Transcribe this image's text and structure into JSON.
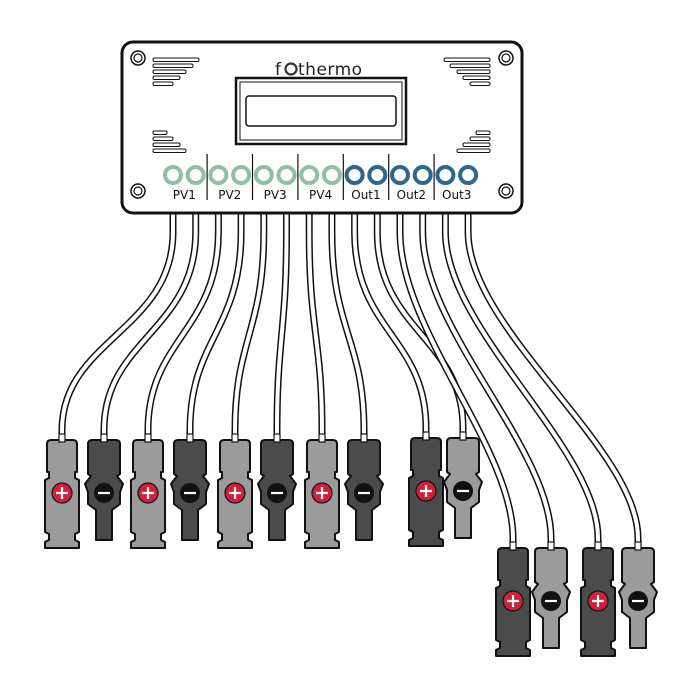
{
  "device": {
    "logo_text_left": "f",
    "logo_text_right": "thermo",
    "logo_full": "fothermo",
    "port_groups": [
      {
        "label": "PV1",
        "color": "#8fbfa6"
      },
      {
        "label": "PV2",
        "color": "#8fbfa6"
      },
      {
        "label": "PV3",
        "color": "#8fbfa6"
      },
      {
        "label": "PV4",
        "color": "#8fbfa6"
      },
      {
        "label": "Out1",
        "color": "#2f6690"
      },
      {
        "label": "Out2",
        "color": "#2f6690"
      },
      {
        "label": "Out3",
        "color": "#2f6690"
      }
    ]
  },
  "connectors": [
    {
      "symbol": "+",
      "shade": "light"
    },
    {
      "symbol": "−",
      "shade": "dark"
    },
    {
      "symbol": "+",
      "shade": "light"
    },
    {
      "symbol": "−",
      "shade": "dark"
    },
    {
      "symbol": "+",
      "shade": "light"
    },
    {
      "symbol": "−",
      "shade": "dark"
    },
    {
      "symbol": "+",
      "shade": "light"
    },
    {
      "symbol": "−",
      "shade": "dark"
    },
    {
      "symbol": "+",
      "shade": "dark"
    },
    {
      "symbol": "−",
      "shade": "light"
    },
    {
      "symbol": "+",
      "shade": "dark"
    },
    {
      "symbol": "−",
      "shade": "light"
    },
    {
      "symbol": "+",
      "shade": "dark"
    },
    {
      "symbol": "−",
      "shade": "light"
    }
  ],
  "colors": {
    "light": "#9b9b9b",
    "dark": "#4b4b4b",
    "plus": "#d0203a",
    "minus": "#111111"
  }
}
